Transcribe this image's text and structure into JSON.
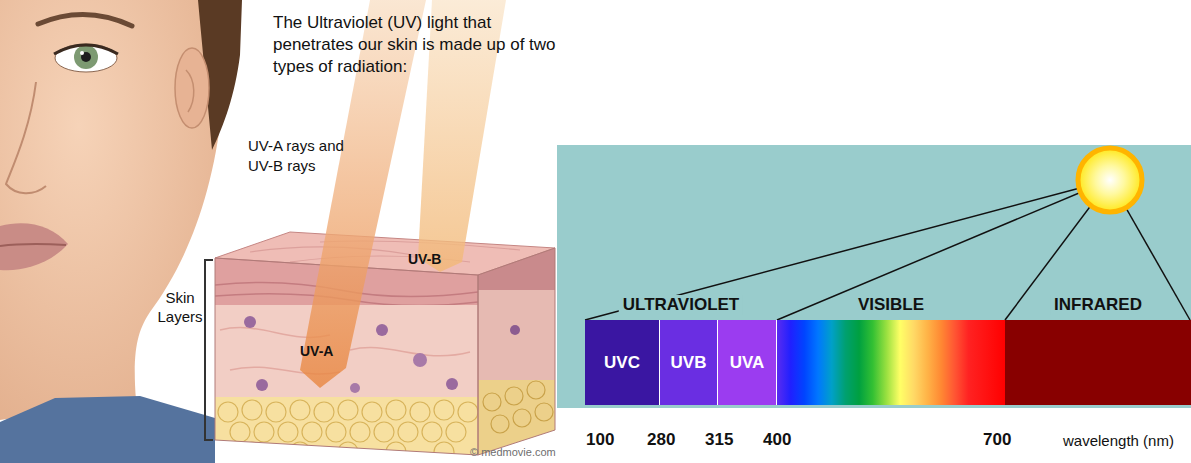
{
  "diagram": {
    "nodes": [
      {
        "text": [
          "ULTRAVIOLET"
        ]
      },
      {
        "text": [
          "UVC"
        ],
        "in": 0
      },
      {
        "text": [
          "UVB"
        ],
        "in": 0
      },
      {
        "text": [
          "UVA"
        ],
        "in": 0
      },
      {
        "text": [
          "VISIBLE"
        ]
      },
      {
        "text": [
          "INFRARED"
        ]
      }
    ],
    "labels": [
      "The Ultraviolet (UV) light that penetrates our skin is made up of two types of radiation:",
      "UV-A rays and UV-B rays",
      "UV-B",
      "Skin Layers",
      "UV-A",
      "© medmovie.com",
      "100",
      "280",
      "315",
      "400",
      "700",
      "wavelength (nm)"
    ]
  }
}
